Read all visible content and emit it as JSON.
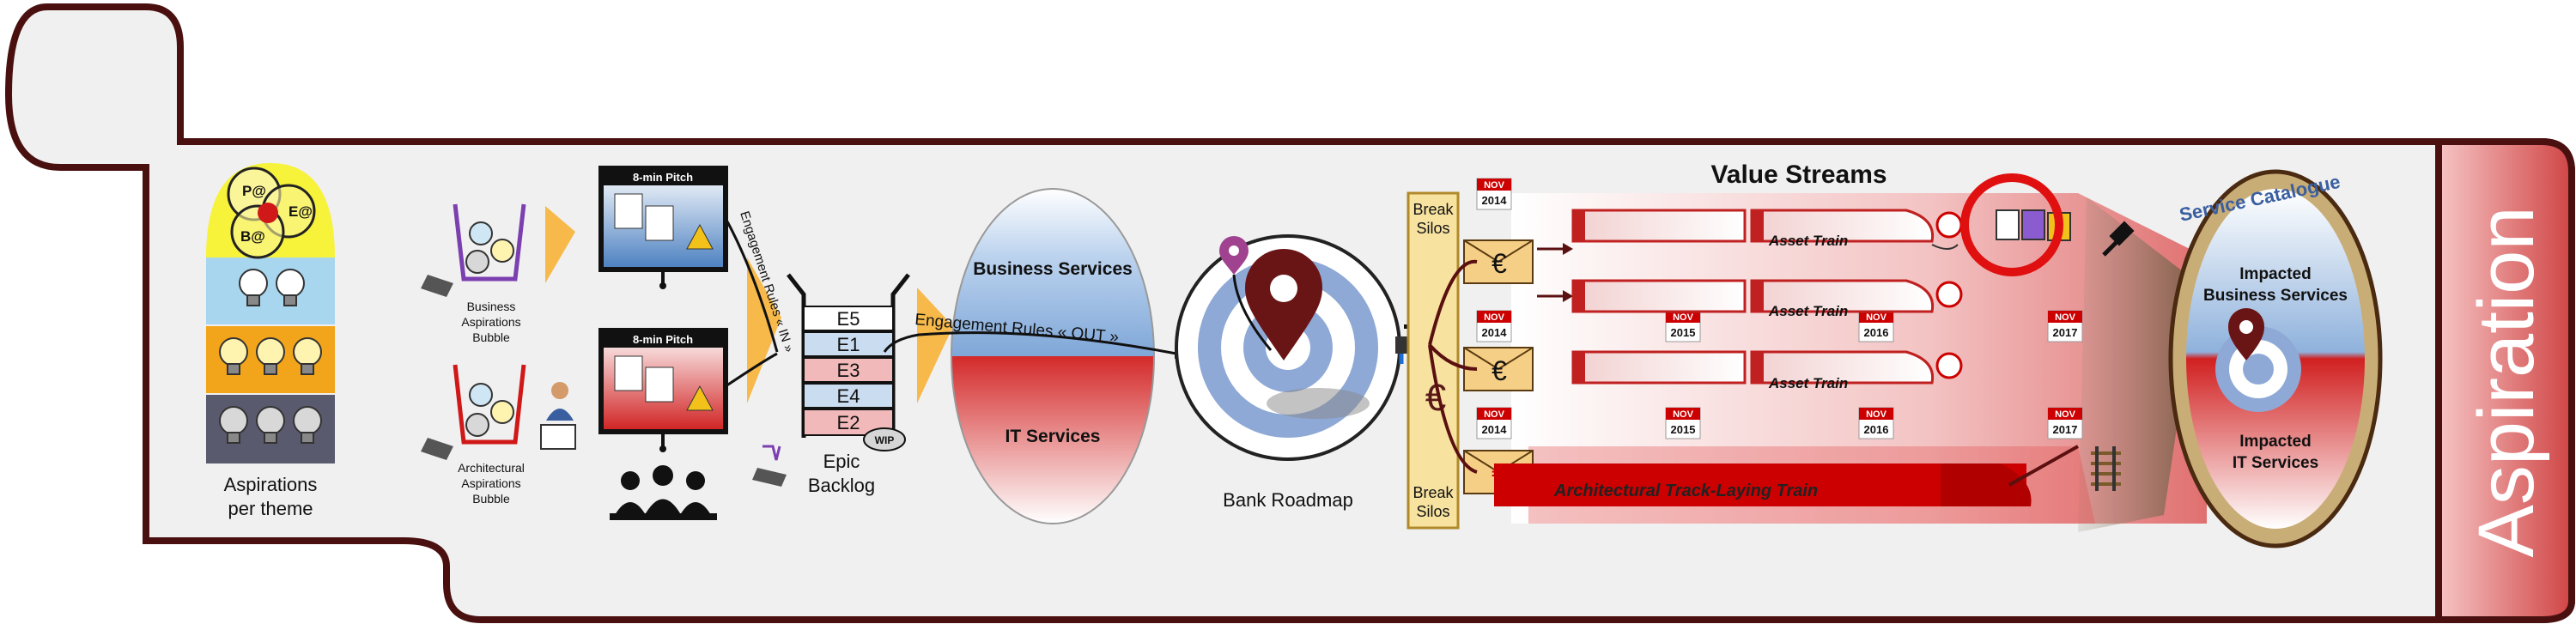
{
  "panel": {
    "side_label": "Aspiration"
  },
  "aspirations": {
    "caption_line1": "Aspirations",
    "caption_line2": "per theme",
    "venn": [
      "P@",
      "E@",
      "B@"
    ]
  },
  "bubbles": {
    "business": [
      "Business",
      "Aspirations",
      "Bubble"
    ],
    "architectural": [
      "Architectural",
      "Aspirations",
      "Bubble"
    ]
  },
  "pitch": {
    "top_title": "8-min Pitch",
    "bottom_title": "8-min Pitch"
  },
  "engagement": {
    "in_label": "Engagement Rules « IN »",
    "out_label": "Engagement Rules « OUT »"
  },
  "backlog": {
    "items": [
      "E5",
      "E1",
      "E3",
      "E4",
      "E2"
    ],
    "wip": "WIP",
    "caption_line1": "Epic",
    "caption_line2": "Backlog"
  },
  "services_ellipse": {
    "top": "Business Services",
    "bottom": "IT Services"
  },
  "roadmap": {
    "caption": "Bank Roadmap"
  },
  "silos": {
    "top_line1": "Break",
    "top_line2": "Silos",
    "bottom_line1": "Break",
    "bottom_line2": "Silos",
    "euro": "€"
  },
  "value_streams": {
    "title": "Value Streams",
    "trains": [
      "Asset Train",
      "Asset Train",
      "Asset Train"
    ],
    "track_train": "Architectural Track-Laying Train",
    "month": "NOV",
    "years": {
      "start_top": "2014",
      "start_row2": "2014",
      "start_row3": "2014",
      "row2_mid": "2015",
      "row2_right": "2016",
      "row2_end": "2017",
      "row3_mid": "2015",
      "row3_right": "2016",
      "row3_end": "2017"
    }
  },
  "catalogue": {
    "title": "Service Catalogue",
    "top_line1": "Impacted",
    "top_line2": "Business Services",
    "bottom_line1": "Impacted",
    "bottom_line2": "IT Services"
  },
  "colors": {
    "outline": "#4a1010",
    "panel_fill": "#f0f0f0",
    "accent_red": "#cc0000",
    "orange": "#f5a623",
    "blue": "#7a9ccc"
  }
}
